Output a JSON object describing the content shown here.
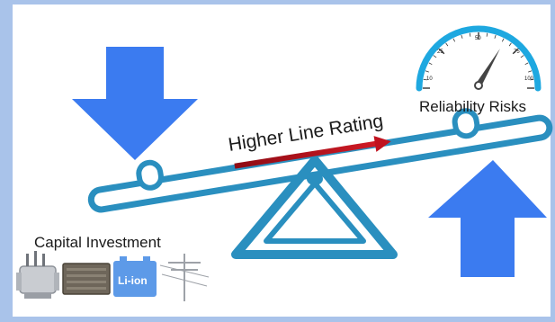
{
  "labels": {
    "higher_line_rating": "Higher Line Rating",
    "reliability_risks": "Reliability Risks",
    "capital_investment": "Capital Investment",
    "battery_text": "Li-ion"
  },
  "gauge": {
    "ticks": [
      "10",
      "25",
      "50",
      "75",
      "100"
    ]
  },
  "colors": {
    "arrow_blue": "#3b7bf0",
    "seesaw_teal": "#2a8fbf",
    "red_arrow": "#c1121f",
    "frame": "#a9c3ea",
    "gauge_arc": "#1ea8e0"
  },
  "icons": [
    "down-arrow-icon",
    "up-arrow-icon",
    "gauge-icon",
    "transformer-icon",
    "substation-box-icon",
    "battery-icon",
    "power-pole-icon"
  ]
}
